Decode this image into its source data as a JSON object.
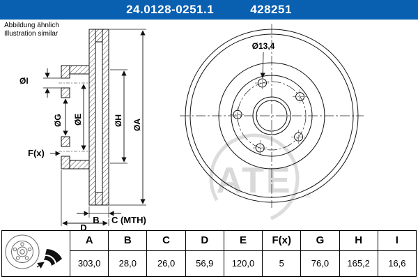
{
  "header": {
    "part_number": "24.0128-0251.1",
    "ref_number": "428251"
  },
  "note": {
    "line1": "Abbildung ähnlich",
    "line2": "Illustration similar"
  },
  "watermark": {
    "text": "ATE",
    "reg": "®"
  },
  "colors": {
    "header_bg": "#0a60b0",
    "watermark": "#d9d9d9"
  },
  "drawing": {
    "labels": {
      "dia_i": "ØI",
      "dia_g": "ØG",
      "dia_e": "ØE",
      "dia_h": "ØH",
      "dia_a": "ØA",
      "f": "F(x)",
      "b": "B",
      "c": "C (MTH)",
      "d": "D",
      "hole": "Ø13,4"
    }
  },
  "table": {
    "headers": [
      "A",
      "B",
      "C",
      "D",
      "E",
      "F(x)",
      "G",
      "H",
      "I"
    ],
    "values": [
      "303,0",
      "28,0",
      "26,0",
      "56,9",
      "120,0",
      "5",
      "76,0",
      "165,2",
      "16,6"
    ]
  }
}
